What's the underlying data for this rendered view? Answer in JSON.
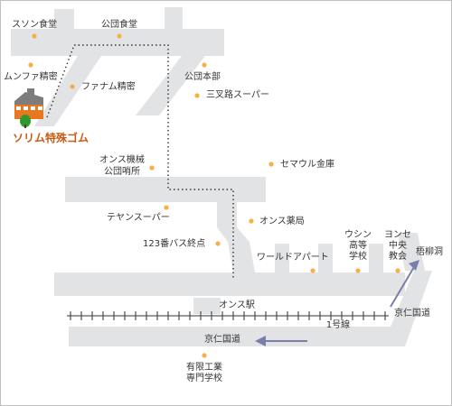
{
  "colors": {
    "road": "#e2e3e5",
    "border": "#bfbfbf",
    "dot": "#f5b04a",
    "route_dots": "#333333",
    "arrow": "#7a7eaa",
    "company_text": "#c85a14",
    "building_roof": "#7d7d7d",
    "building_body": "#e87722",
    "tree": "#2e9a2e"
  },
  "company": {
    "name": "ソリム特殊ゴム",
    "icon": "factory-building-icon"
  },
  "landmarks": {
    "suson": "スソン食堂",
    "kodan_shokudo": "公団食堂",
    "munfa": "ムンファ精密",
    "fanam": "ファナム精密",
    "kodan_honbu": "公団本部",
    "sansaro": "三叉路スーパー",
    "onsu_kikai_1": "オンス機械",
    "onsu_kikai_2": "公団哨所",
    "semaul": "セマウル金庫",
    "teyan": "テヤンスーパー",
    "onsu_yakkyoku": "オンス薬局",
    "bus": "123番バス終点",
    "world_apt": "ワールドアパート",
    "usin_1": "ウシン",
    "usin_2": "高等",
    "usin_3": "学校",
    "yonse_1": "ヨンセ",
    "yonse_2": "中央",
    "yonse_3": "教会",
    "goryudong": "梧柳洞",
    "yugen_1": "有限工業",
    "yugen_2": "専門学校"
  },
  "rail": {
    "station": "オンス駅",
    "line": "1号線"
  },
  "roads": {
    "keijin_right": "京仁国道",
    "keijin_bottom": "京仁国道"
  }
}
